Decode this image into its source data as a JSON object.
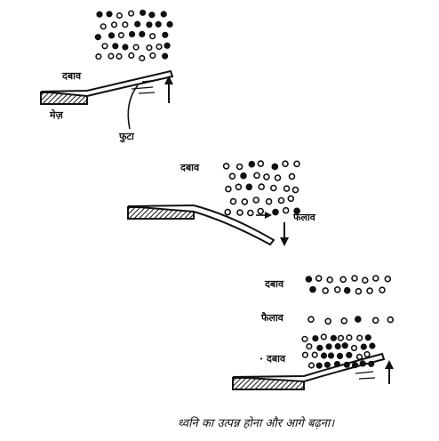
{
  "panel1": {
    "label_pressure": "दबाव",
    "label_table": "मेज़",
    "label_ruler": "फुटा"
  },
  "panel2": {
    "label_pressure": "दबाव",
    "label_rarefaction": "फैलाव"
  },
  "panel3": {
    "label_pressure_top": "दबाव",
    "label_rarefaction": "फैलाव",
    "label_pressure_bottom": "· दबाव"
  },
  "caption": "ध्वनि का उत्पन्न होना और आगे बढ़ना।",
  "colors": {
    "ink": "#111111",
    "background": "#ffffff"
  },
  "icons": [
    "up-arrow-icon",
    "down-arrow-icon",
    "right-arrow-icon"
  ]
}
